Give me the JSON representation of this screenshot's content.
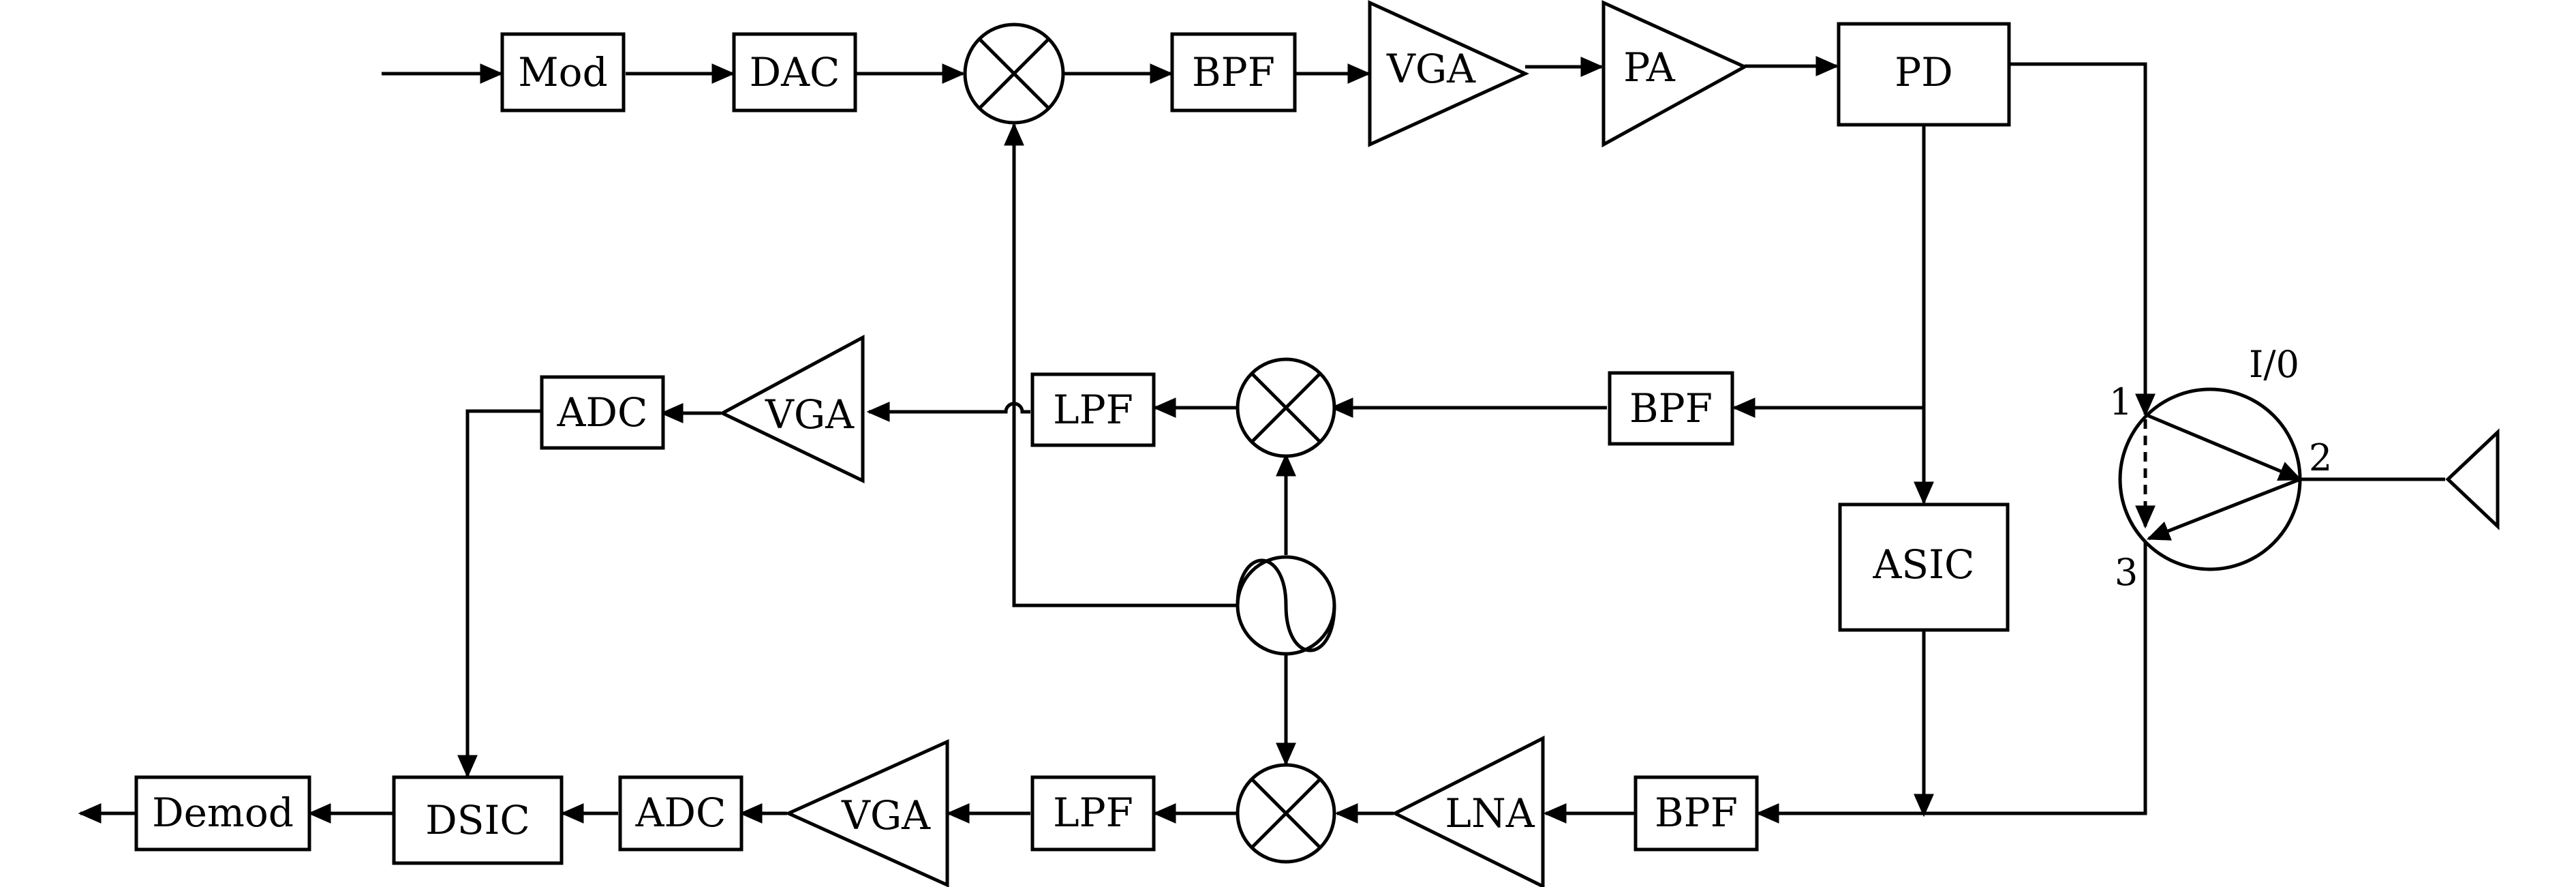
{
  "tx": {
    "mod": "Mod",
    "dac": "DAC",
    "bpf": "BPF",
    "vga": "VGA",
    "pa": "PA",
    "pd": "PD"
  },
  "fb": {
    "adc": "ADC",
    "vga": "VGA",
    "lpf": "LPF",
    "bpf": "BPF",
    "asic": "ASIC"
  },
  "rx": {
    "demod": "Demod",
    "dsic": "DSIC",
    "adc": "ADC",
    "vga": "VGA",
    "lpf": "LPF",
    "lna": "LNA",
    "bpf": "BPF"
  },
  "circulator": {
    "label": "I/0",
    "port1": "1",
    "port2": "2",
    "port3": "3"
  }
}
